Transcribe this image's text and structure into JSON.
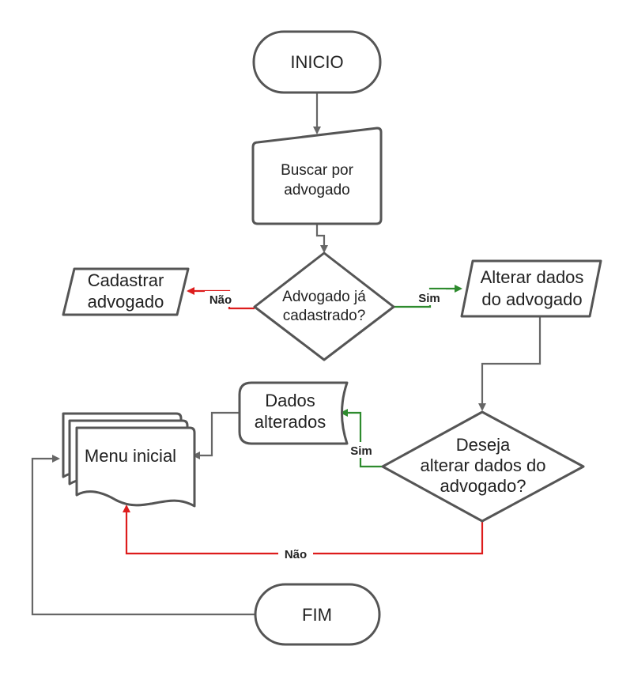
{
  "nodes": {
    "inicio": "INICIO",
    "buscar": [
      "Buscar por",
      "advogado"
    ],
    "decisao1": [
      "Advogado já",
      "cadastrado?"
    ],
    "cadastrar": [
      "Cadastrar",
      "advogado"
    ],
    "alterar": [
      "Alterar dados",
      "do advogado"
    ],
    "decisao2": [
      "Deseja",
      "alterar dados do",
      "advogado?"
    ],
    "dados": [
      "Dados",
      "alterados"
    ],
    "menu": "Menu inicial",
    "fim": "FIM"
  },
  "edges": {
    "nao_1": "Não",
    "sim_1": "Sim",
    "sim_2": "Sim",
    "nao_2": "Não"
  },
  "colors": {
    "default": "#666666",
    "yes": "#2e8b2e",
    "no": "#dd1c1c"
  }
}
